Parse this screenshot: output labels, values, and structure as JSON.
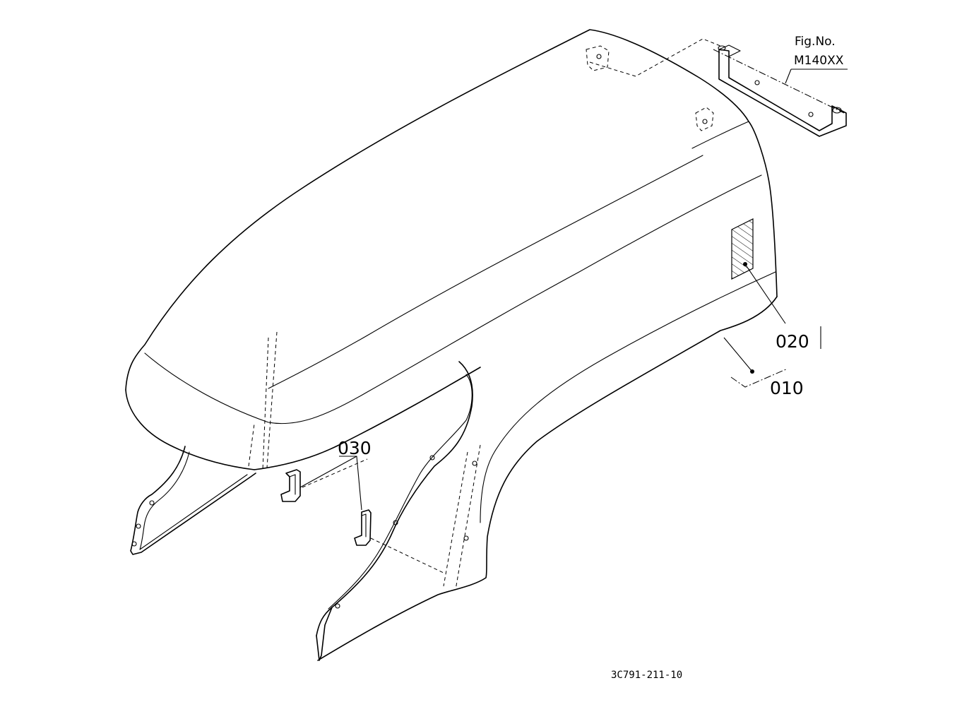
{
  "figure_reference": {
    "line1": "Fig.No.",
    "line2": "M140XX"
  },
  "callouts": {
    "part_010": "010",
    "part_020": "020",
    "part_030": "030"
  },
  "drawing_code": "3C791-211-10"
}
